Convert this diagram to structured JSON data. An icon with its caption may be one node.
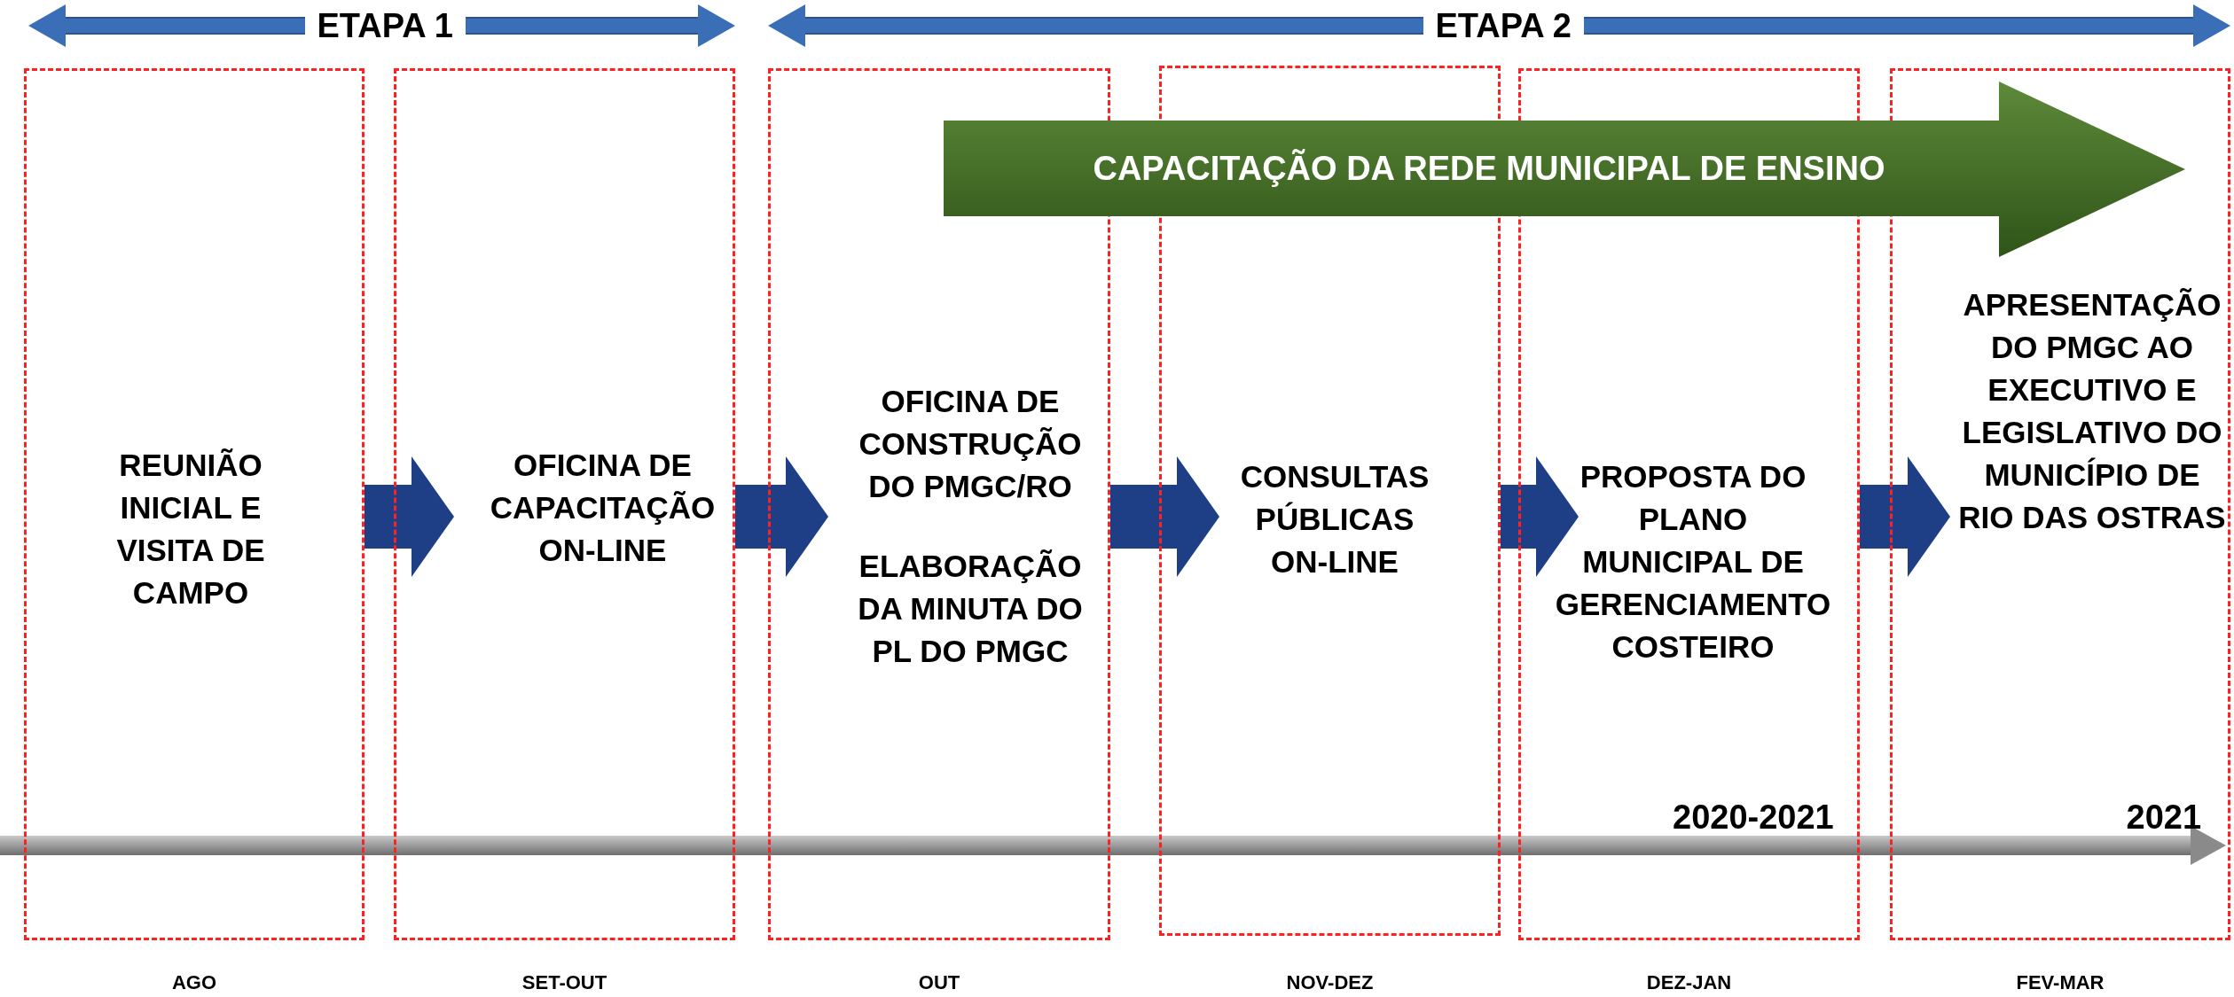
{
  "diagram": {
    "nodes": [
      {
        "text": [
          "REUNIÃO INICIAL E VISITA DE CAMPO"
        ],
        "beside": [
          "AGO"
        ]
      },
      {
        "text": [
          "OFICINA DE CAPACITAÇÃO ON-LINE"
        ],
        "beside": [
          "SET-OUT"
        ]
      },
      {
        "text": [
          "OFICINA DE CONSTRUÇÃO DO PMGC/RO",
          "ELABORAÇÃO DA MINUTA DO PL DO PMGC"
        ],
        "beside": [
          "OUT"
        ]
      },
      {
        "text": [
          "CONSULTAS PÚBLICAS ON-LINE"
        ],
        "beside": [
          "NOV-DEZ"
        ]
      },
      {
        "text": [
          "PROPOSTA DO PLANO MUNICIPAL DE GERENCIAMENTO COSTEIRO"
        ],
        "beside": [
          "DEZ-JAN"
        ]
      },
      {
        "text": [
          "APRESENTAÇÃO DO PMGC AO EXECUTIVO E LEGISLATIVO DO MUNICÍPIO DE RIO DAS OSTRAS"
        ],
        "beside": [
          "FEV-MAR"
        ]
      },
      {
        "text": [
          "CAPACITAÇÃO DA REDE MUNICIPAL DE ENSINO"
        ]
      }
    ],
    "edges": [
      {
        "from": 0,
        "to": 1,
        "arrow": "to"
      },
      {
        "from": 1,
        "to": 2,
        "arrow": "to"
      },
      {
        "from": 2,
        "to": 3,
        "arrow": "to"
      },
      {
        "from": 3,
        "to": 4,
        "arrow": "to"
      },
      {
        "from": 4,
        "to": 5,
        "arrow": "to"
      }
    ],
    "labels": [
      "ETAPA 1",
      "ETAPA 2",
      "2020-2021",
      "2021"
    ]
  }
}
